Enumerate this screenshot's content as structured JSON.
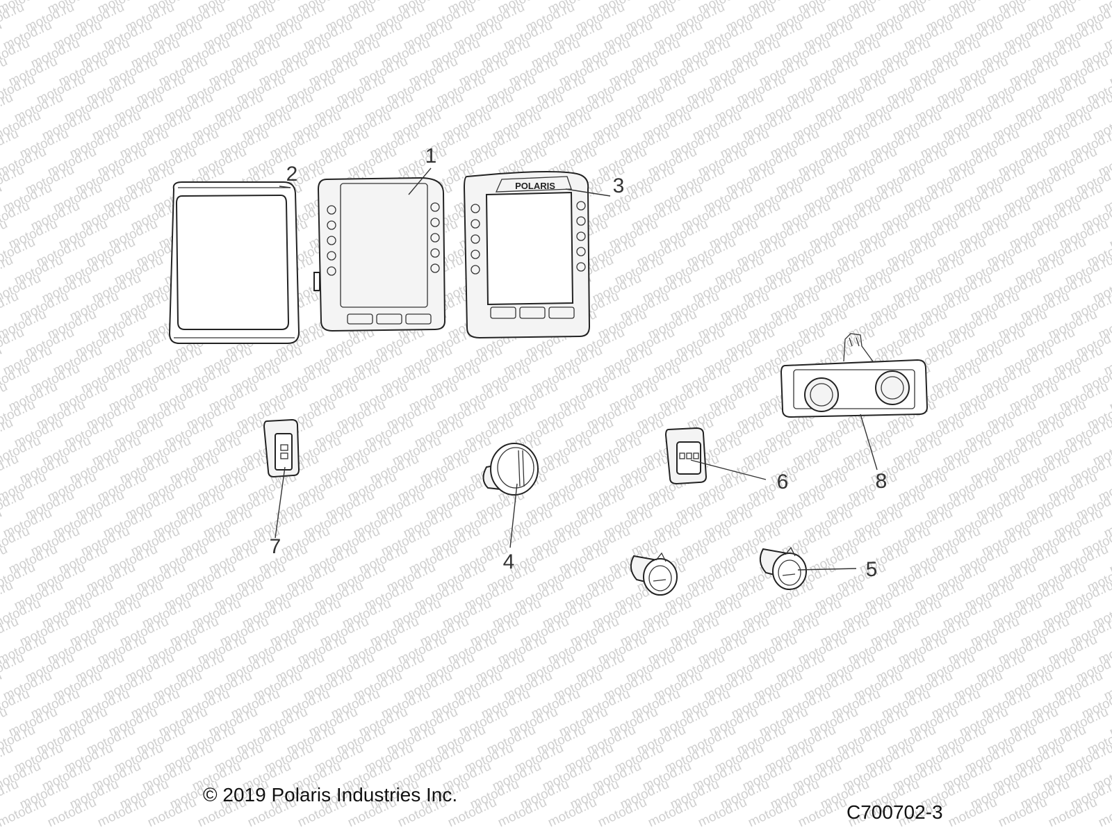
{
  "watermark": "motod.ru",
  "brand_logo": "POLARIS",
  "callouts": [
    "1",
    "2",
    "3",
    "4",
    "5",
    "6",
    "7",
    "8"
  ],
  "footer": {
    "copyright": "© 2019 Polaris Industries Inc.",
    "figure_code": "C700702-3"
  }
}
